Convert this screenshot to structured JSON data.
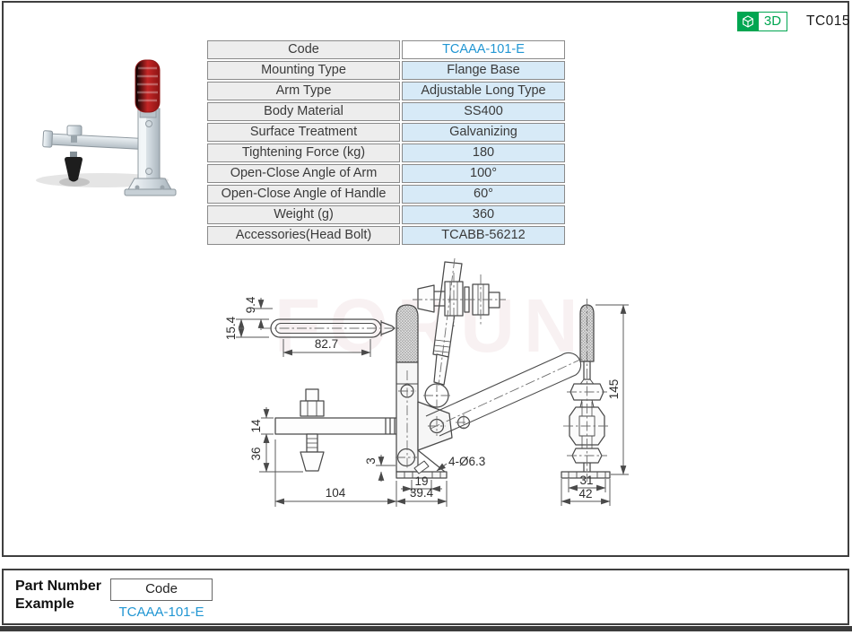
{
  "header": {
    "badge_3d_label": "3D",
    "page_code": "TC015"
  },
  "spec_table": {
    "rows": [
      {
        "label": "Code",
        "value": "TCAAA-101-E"
      },
      {
        "label": "Mounting Type",
        "value": "Flange Base"
      },
      {
        "label": "Arm Type",
        "value": "Adjustable Long Type"
      },
      {
        "label": "Body Material",
        "value": "SS400"
      },
      {
        "label": "Surface Treatment",
        "value": "Galvanizing"
      },
      {
        "label": "Tightening Force (kg)",
        "value": "180"
      },
      {
        "label": "Open-Close Angle of Arm",
        "value": "100°"
      },
      {
        "label": "Open-Close  Angle of Handle",
        "value": "60°"
      },
      {
        "label": "Weight (g)",
        "value": "360"
      },
      {
        "label": "Accessories(Head Bolt)",
        "value": "TCABB-56212"
      }
    ]
  },
  "drawing": {
    "watermark": "FORUN",
    "top_view": {
      "thickness": "9.4",
      "height": "15.4",
      "length": "82.7"
    },
    "front_view": {
      "arm_height": "14",
      "spindle_reach": "36",
      "base_lip": "3",
      "arm_length": "104",
      "hole_pitch": "19",
      "base_width": "39.4",
      "hole_callout": "4-Ø6.3"
    },
    "side_view": {
      "overall_height": "145",
      "base_inner_width": "31",
      "base_outer_width": "42"
    }
  },
  "part_number_example": {
    "label_line1": "Part Number",
    "label_line2": "Example",
    "code_heading": "Code",
    "code_value": "TCAAA-101-E"
  },
  "colors": {
    "accent_blue": "#2196d3",
    "badge_green": "#00a651",
    "cell_blue": "#d7eaf7",
    "cell_gray": "#ededed"
  }
}
